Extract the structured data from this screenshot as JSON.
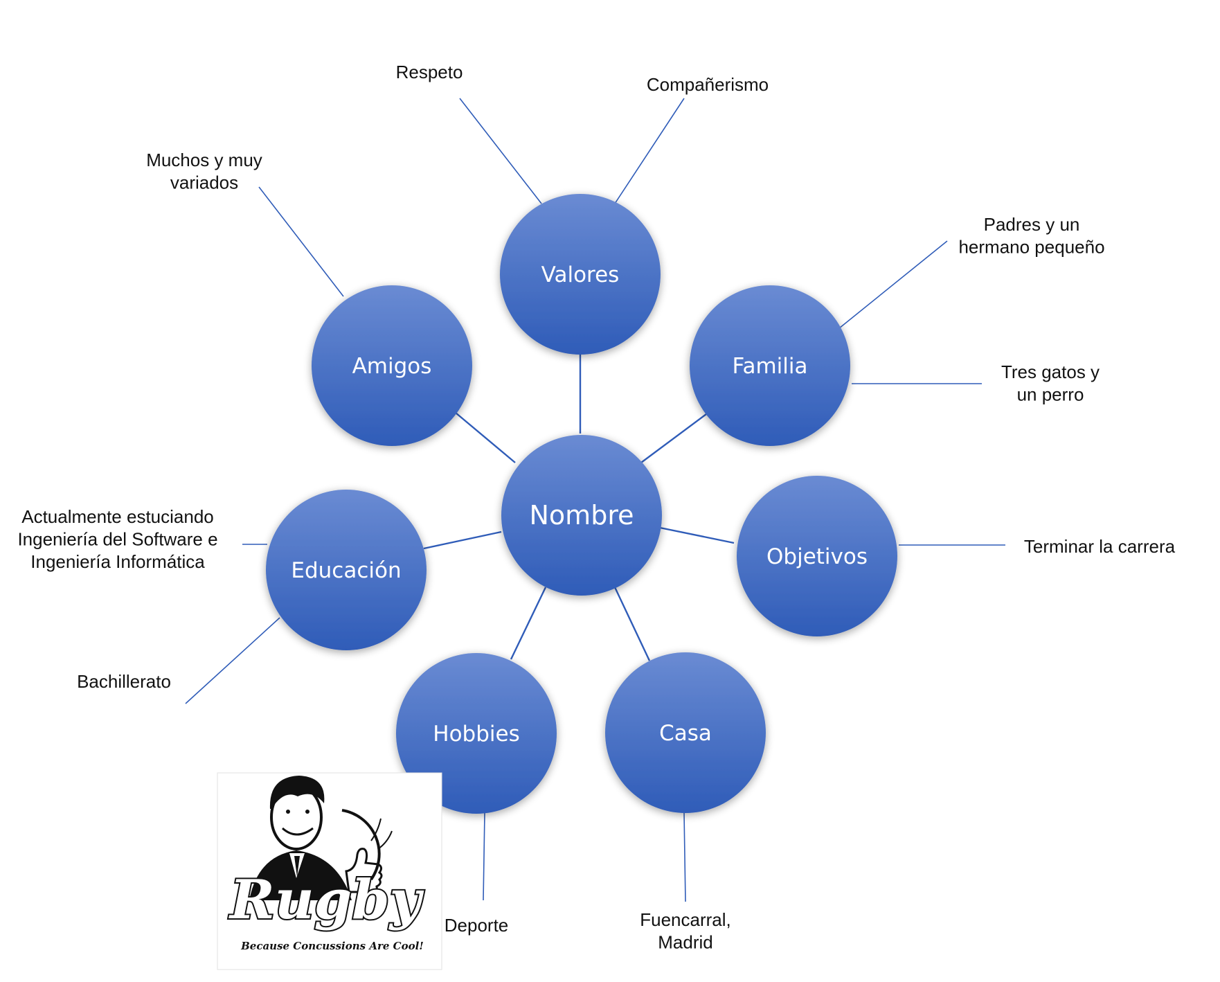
{
  "colors": {
    "node_fill_top": "#6A8BD3",
    "node_fill_bottom": "#2F5CB8",
    "connector_line": "#2F5CB8",
    "text": "#111111",
    "node_text": "#FFFFFF"
  },
  "center": {
    "label": "Nombre"
  },
  "nodes": [
    {
      "id": "valores",
      "label": "Valores",
      "leaves": [
        "Respeto",
        "Compañerismo"
      ]
    },
    {
      "id": "familia",
      "label": "Familia",
      "leaves": [
        "Padres y un\nhermano pequeño",
        "Tres gatos y\nun perro"
      ]
    },
    {
      "id": "objetivos",
      "label": "Objetivos",
      "leaves": [
        "Terminar la carrera"
      ]
    },
    {
      "id": "casa",
      "label": "Casa",
      "leaves": [
        "Fuencarral,\nMadrid"
      ]
    },
    {
      "id": "hobbies",
      "label": "Hobbies",
      "leaves": [
        "Deporte"
      ]
    },
    {
      "id": "educacion",
      "label": "Educación",
      "leaves": [
        "Actualmente estuciando\nIngeniería del Software e\nIngeniería Informática",
        "Bachillerato"
      ]
    },
    {
      "id": "amigos",
      "label": "Amigos",
      "leaves": [
        "Muchos y muy\nvariados"
      ]
    }
  ],
  "logo": {
    "title": "Rugby",
    "tagline": "Because Concussions Are Cool!",
    "icon": "retro-man-thumbs-up-icon"
  }
}
